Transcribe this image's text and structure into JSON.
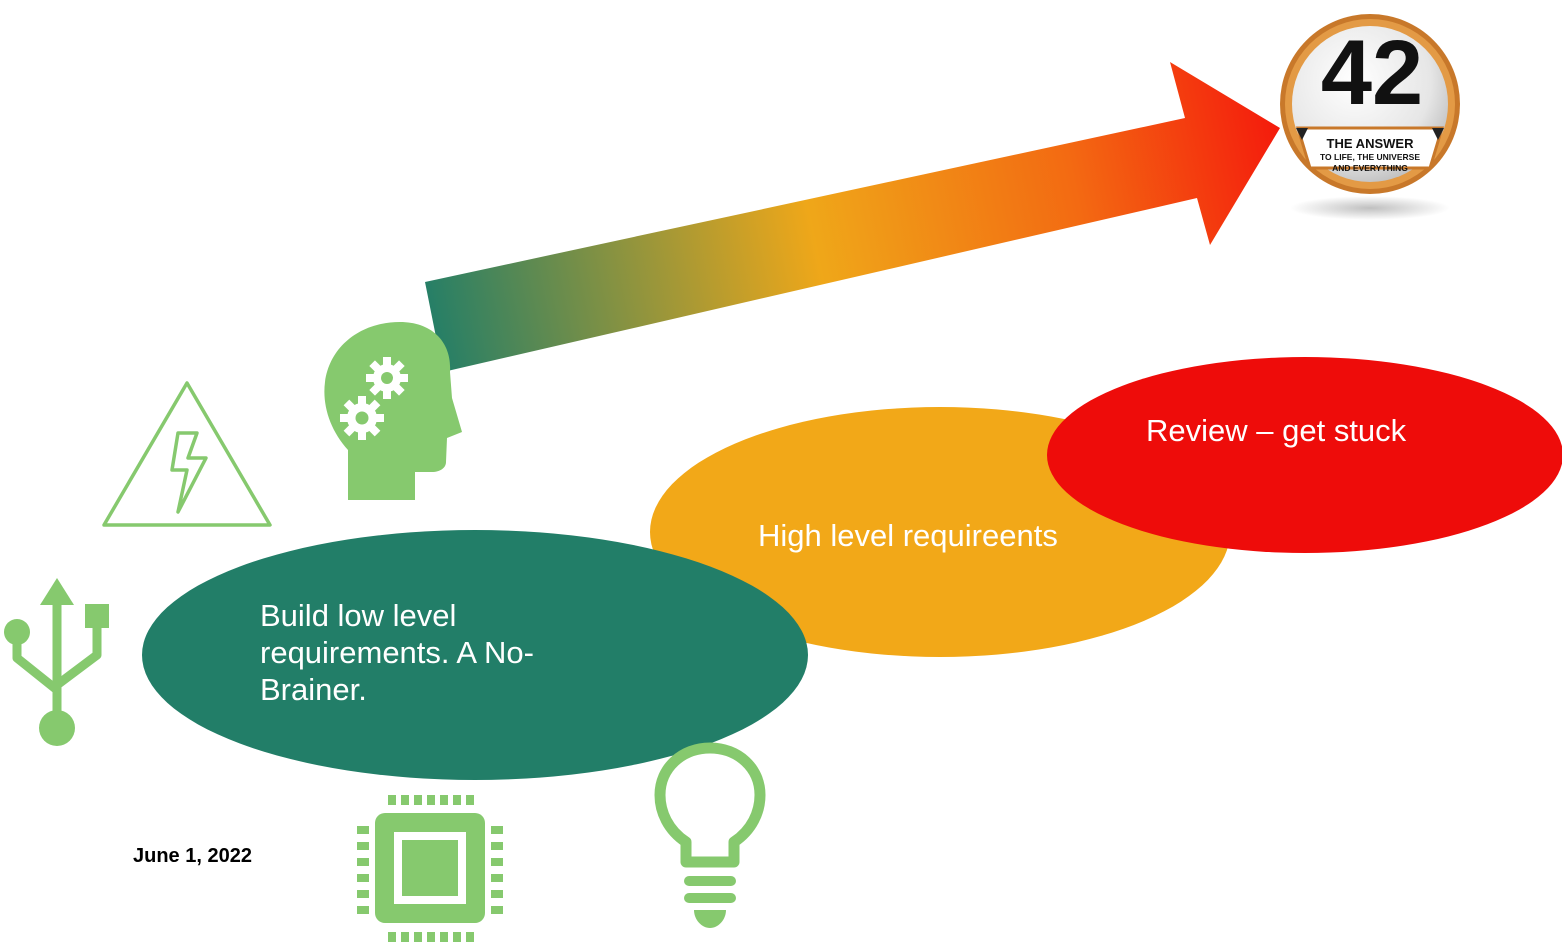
{
  "date": "June 1, 2022",
  "steps": {
    "low_level": "Build low level requirements. A No-Brainer.",
    "high_level": "High level requireents",
    "review": "Review – get stuck"
  },
  "badge": {
    "number": "42",
    "line1": "THE ANSWER",
    "line2": "TO LIFE, THE UNIVERSE",
    "line3": "AND EVERYTHING"
  },
  "colors": {
    "green_ellipse": "#227E68",
    "orange_ellipse": "#F2A818",
    "red_ellipse": "#EE0C0A",
    "icon_green": "#86C96E",
    "arrow_start": "#227E68",
    "arrow_mid": "#EFA719",
    "arrow_end": "#F4180C"
  },
  "icons": [
    "warning-lightning-icon",
    "head-gears-icon",
    "usb-icon",
    "chip-icon",
    "lightbulb-icon"
  ]
}
